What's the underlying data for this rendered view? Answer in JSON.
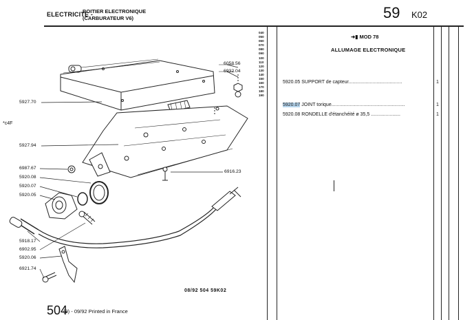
{
  "header": {
    "section": "ELECTRICITE -",
    "subtitle_line1": "BOITIER ELECTRONIQUE",
    "subtitle_line2": "(CARBURATEUR V6)",
    "page_number": "59",
    "page_code": "K02"
  },
  "row_codes": [
    "040",
    "050",
    "060",
    "070",
    "080",
    "090",
    "100",
    "110",
    "120",
    "130",
    "140",
    "150",
    "160",
    "170",
    "180",
    "190"
  ],
  "parts_list": {
    "modifier": "MOD 78",
    "section_title": "ALLUMAGE ELECTRONIQUE",
    "items": [
      {
        "ref": "5920.05",
        "desc": "SUPPORT de capteur........................................",
        "qty": "1"
      },
      {
        "ref": "5920.07",
        "desc": "JOINT torique.......................................................",
        "qty": "1"
      },
      {
        "ref": "5920.08",
        "desc": "RONDELLE d'étanchéité  ø 35,5  ......................",
        "qty": "1"
      }
    ]
  },
  "diagram_refs": {
    "r1": "6058.56",
    "r2": "6932.04",
    "r3": "5927.70",
    "r4": "5927.94",
    "r5": "6987.67",
    "r6": "5920.08",
    "r7": "5920.07",
    "r8": "5920.05",
    "r9": "6916.23",
    "r10": "5918.17",
    "r11": "6902.95",
    "r12": "5920.06",
    "r13": "6921.74"
  },
  "side_code": "*c4F",
  "diagram_code": "08/92  504  59K02",
  "footer": {
    "model": "504",
    "text": "(9) - 09/92 Printed in France"
  }
}
